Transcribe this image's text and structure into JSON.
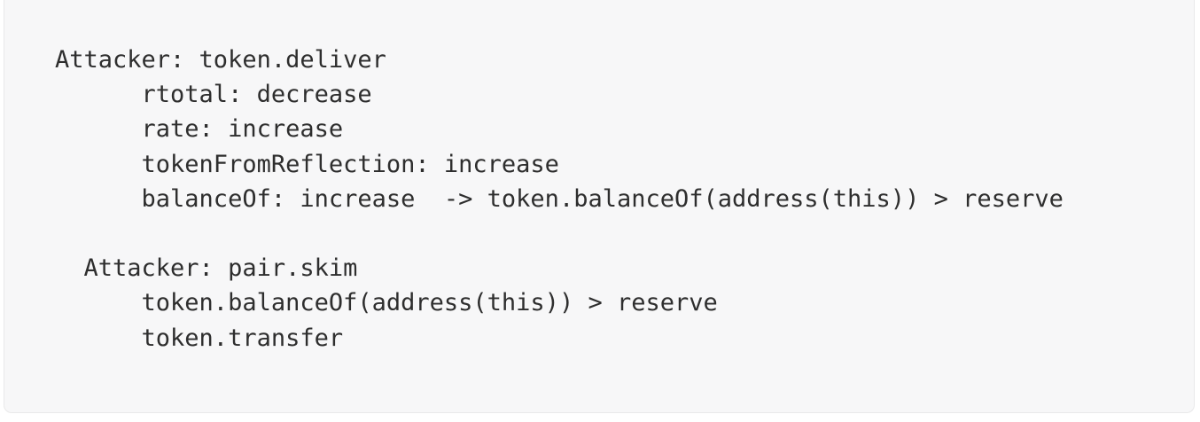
{
  "panel": {
    "background_color": "#f7f7f8",
    "border_color": "#e9e9ea",
    "text_color": "#2e2e2e"
  },
  "trace": {
    "lines": [
      {
        "text": "Attacker: token.deliver",
        "indent": 0
      },
      {
        "text": "      rtotal: decrease",
        "indent": 6
      },
      {
        "text": "      rate: increase",
        "indent": 6
      },
      {
        "text": "      tokenFromReflection: increase",
        "indent": 6
      },
      {
        "text": "      balanceOf: increase  -> token.balanceOf(address(this)) > reserve",
        "indent": 6
      },
      {
        "text": "",
        "indent": 0
      },
      {
        "text": "  Attacker: pair.skim",
        "indent": 2
      },
      {
        "text": "      token.balanceOf(address(this)) > reserve",
        "indent": 6
      },
      {
        "text": "      token.transfer",
        "indent": 6
      }
    ]
  }
}
